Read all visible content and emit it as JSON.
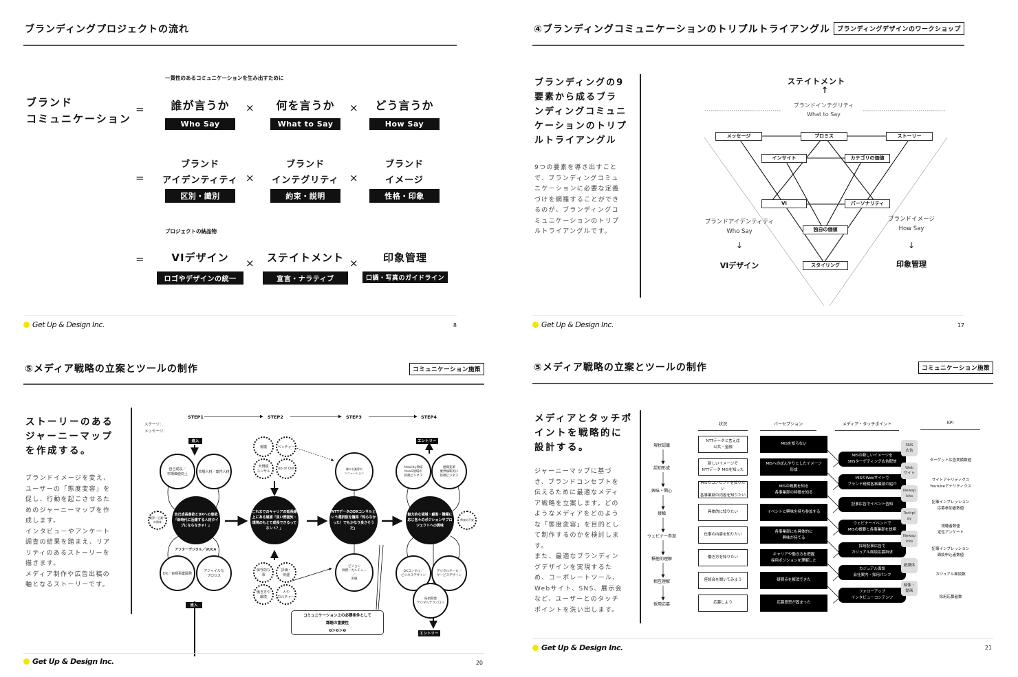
{
  "slide1": {
    "title": "ブランディングプロジェクトの流れ",
    "subtitle": "一貫性のあるコミュニケーションを生み出すために",
    "left_label_line1": "ブランド",
    "left_label_line2": "コミュニケーション",
    "equals": "=",
    "times": "×",
    "row1": [
      {
        "label": "誰が言うか",
        "tag": "Who Say"
      },
      {
        "label": "何を言うか",
        "tag": "What to Say"
      },
      {
        "label": "どう言うか",
        "tag": "How Say"
      }
    ],
    "row2": [
      {
        "label1": "ブランド",
        "label2": "アイデンティティ",
        "tag": "区別・識別"
      },
      {
        "label1": "ブランド",
        "label2": "インテグリティ",
        "tag": "約束・説明"
      },
      {
        "label1": "ブランド",
        "label2": "イメージ",
        "tag": "性格・印象"
      }
    ],
    "deliverables_label": "プロジェクトの納品物",
    "row3": [
      {
        "label": "VIデザイン",
        "tag": "ロゴやデザインの統一"
      },
      {
        "label": "ステイトメント",
        "tag": "宣言・ナラティブ"
      },
      {
        "label": "印象管理",
        "tag": "口調・写真のガイドライン"
      }
    ],
    "company": "Get Up & Design Inc.",
    "page": "8"
  },
  "slide2": {
    "title": "④ブランディングコミュニケーションのトリプルトライアングル",
    "tag": "ブランディングデザインのワークショップ",
    "lead": [
      "ブランディングの9",
      "要素から成るブラ",
      "ンディングコミュニ",
      "ケーションのトリプ",
      "ルトライアングル"
    ],
    "body": [
      "9つの要素を導き出すこと",
      "で、ブランディングコミュ",
      "ニケーションに必要な定義",
      "づけを網羅することができ",
      "るのが、ブランディングコ",
      "ミュニケーションのトリプ",
      "ルトライアングルです。"
    ],
    "statement": "ステイトメント",
    "integrity_jp": "ブランドインテグリティ",
    "integrity_en": "What to Say",
    "identity_jp": "ブランドアイデンティティ",
    "identity_en": "Who Say",
    "image_jp": "ブランドイメージ",
    "image_en": "How Say",
    "vi_design": "VIデザイン",
    "impression": "印象管理",
    "nodes": {
      "message": "メッセージ",
      "promise": "プロミス",
      "story": "ストーリー",
      "insight": "インサイト",
      "category": "カテゴリの価値",
      "vi": "VI",
      "personality": "パーソナリティ",
      "unique": "独自の価値",
      "styling": "スタイリング"
    },
    "company": "Get Up & Design Inc.",
    "page": "17"
  },
  "slide3": {
    "title": "⑤メディア戦略の立案とツールの制作",
    "tag": "コミュニケーション施策",
    "lead": [
      "ストーリーのある",
      "ジャーニーマップ",
      "を作成する。"
    ],
    "body": [
      "ブランドイメージを変え、",
      "ユーザーの「態度変容」を",
      "促し、行動を起こさせるた",
      "めのジャーニーマップを作",
      "成します。",
      "インタビューやアンケート",
      "調査の結果を踏まえ、リア",
      "リティのあるストーリーを",
      "描きます。",
      "メディア制作や広告出稿の",
      "軸となるストーリーです。"
    ],
    "row_labels": [
      "ステージ：",
      "メッセージ："
    ],
    "steps": [
      "STEP1",
      "STEP2",
      "STEP3",
      "STEP4"
    ],
    "inflow": "流入",
    "entry": "エントリー",
    "step1_center": "自己成長意欲とDXへの意欲「新時代に活躍する人材タイプにならなきゃ！」",
    "step2_center": "これまでのキャリアの延長線上にある展望「良い雰囲気・環境のもとで成長できるってホント？」",
    "step3_center": "NTTデータのDXコンサルという選択肢を獲得「知らなかった！でもかなり良さそうだ」",
    "step4_center": "魅力的な領域・顧客・職種に応じ各々のポジションやプロジェクトへの興味",
    "step1_top": "アフターデジタル／VUCA",
    "callout_line1": "コミュニケーション上の必要条件として",
    "callout_line2": "課題の重要性",
    "callout_line3": "❶＞❷＞❸",
    "company": "Get Up & Design Inc.",
    "page": "20"
  },
  "slide4": {
    "title": "⑤メディア戦略の立案とツールの制作",
    "tag": "コミュニケーション施策",
    "lead": [
      "メディアとタッチポ",
      "イントを戦略的に",
      "設計する。"
    ],
    "body": [
      "ジャーニーマップに基づ",
      "き、ブランドコンセプトを",
      "伝えるために最適なメディ",
      "ア戦略を立案します。どの",
      "ようなメディアをどのよう",
      "な「態度変容」を目的とし",
      "て制作するのかを検討しま",
      "す。",
      "また、最適なブランディン",
      "グデザインを実現するた",
      "め、コーポレートツール、",
      "Webサイト、SNS、展示会",
      "など、ユーザーとのタッチ",
      "ポイントを洗い出します。"
    ],
    "headers": [
      "状況",
      "パーセプション",
      "メディア・タッチポイント",
      "KPI"
    ],
    "stages": [
      "現状認識",
      "認知形成",
      "興味・関心",
      "接触",
      "ウェビナー参加",
      "積極的理解",
      "相互理解",
      "採用応募"
    ],
    "situations": [
      "NTTデータと言えば\n公共・金融",
      "新しいイメージで\nNTTデータ MISを知った",
      "MISのコンセプトを知りたい\n各事業部の内容を知りたい",
      "具体的に知りたい",
      "仕事の内容を知りたい",
      "働き方を知りたい",
      "座談会を聞いてみよう",
      "応募しよう"
    ],
    "perceptions": [
      "MISを知らない",
      "MISへのぼんやりとしたイメージ\n形成",
      "MISの概要を知る\n各事業部の特徴を知る",
      "イベントに興味を持ち参加する",
      "各事業部にも具体的に\n興味が持てる",
      "キャリアや働き方を把握\n採用ポジションを理解した",
      "疑問点を解消できた",
      "応募意思が固まった"
    ],
    "media": [
      "MISの新しいイメージを\nSNSターゲティング広告配信",
      "MISのWebサイトで\nブランド説明各事業部の紹介",
      "記事広告でイベント告知",
      "ウェビナーイベントで\nMISの概要と各事業部を説明",
      "採用記事広告で\nカジュアル面談応募訴求",
      "カジュアル面談\n会社案内・採用パンフ",
      "フォローアップ\nインタビューコンテンツ"
    ],
    "media_tags": [
      "SNS\n広告",
      "Web\nサイト",
      "Newsp\nicks",
      "Techpl\nay",
      "Newsp\nicks",
      "紙媒体",
      "映像・\n動画"
    ],
    "kpis": [
      "ターゲット広告実績数値",
      "サイトアナリティクス\nYoutubeアナリティクス",
      "記事インプレッション\n応募参加者数値",
      "視聴者数値\n定性アンケート",
      "記事インプレッション\n面談申込者数値",
      "カジュアル面談数",
      "採用応募者数"
    ],
    "company": "Get Up & Design Inc.",
    "page": "21"
  },
  "colors": {
    "accent": "#f4e400",
    "ink": "#111111"
  }
}
